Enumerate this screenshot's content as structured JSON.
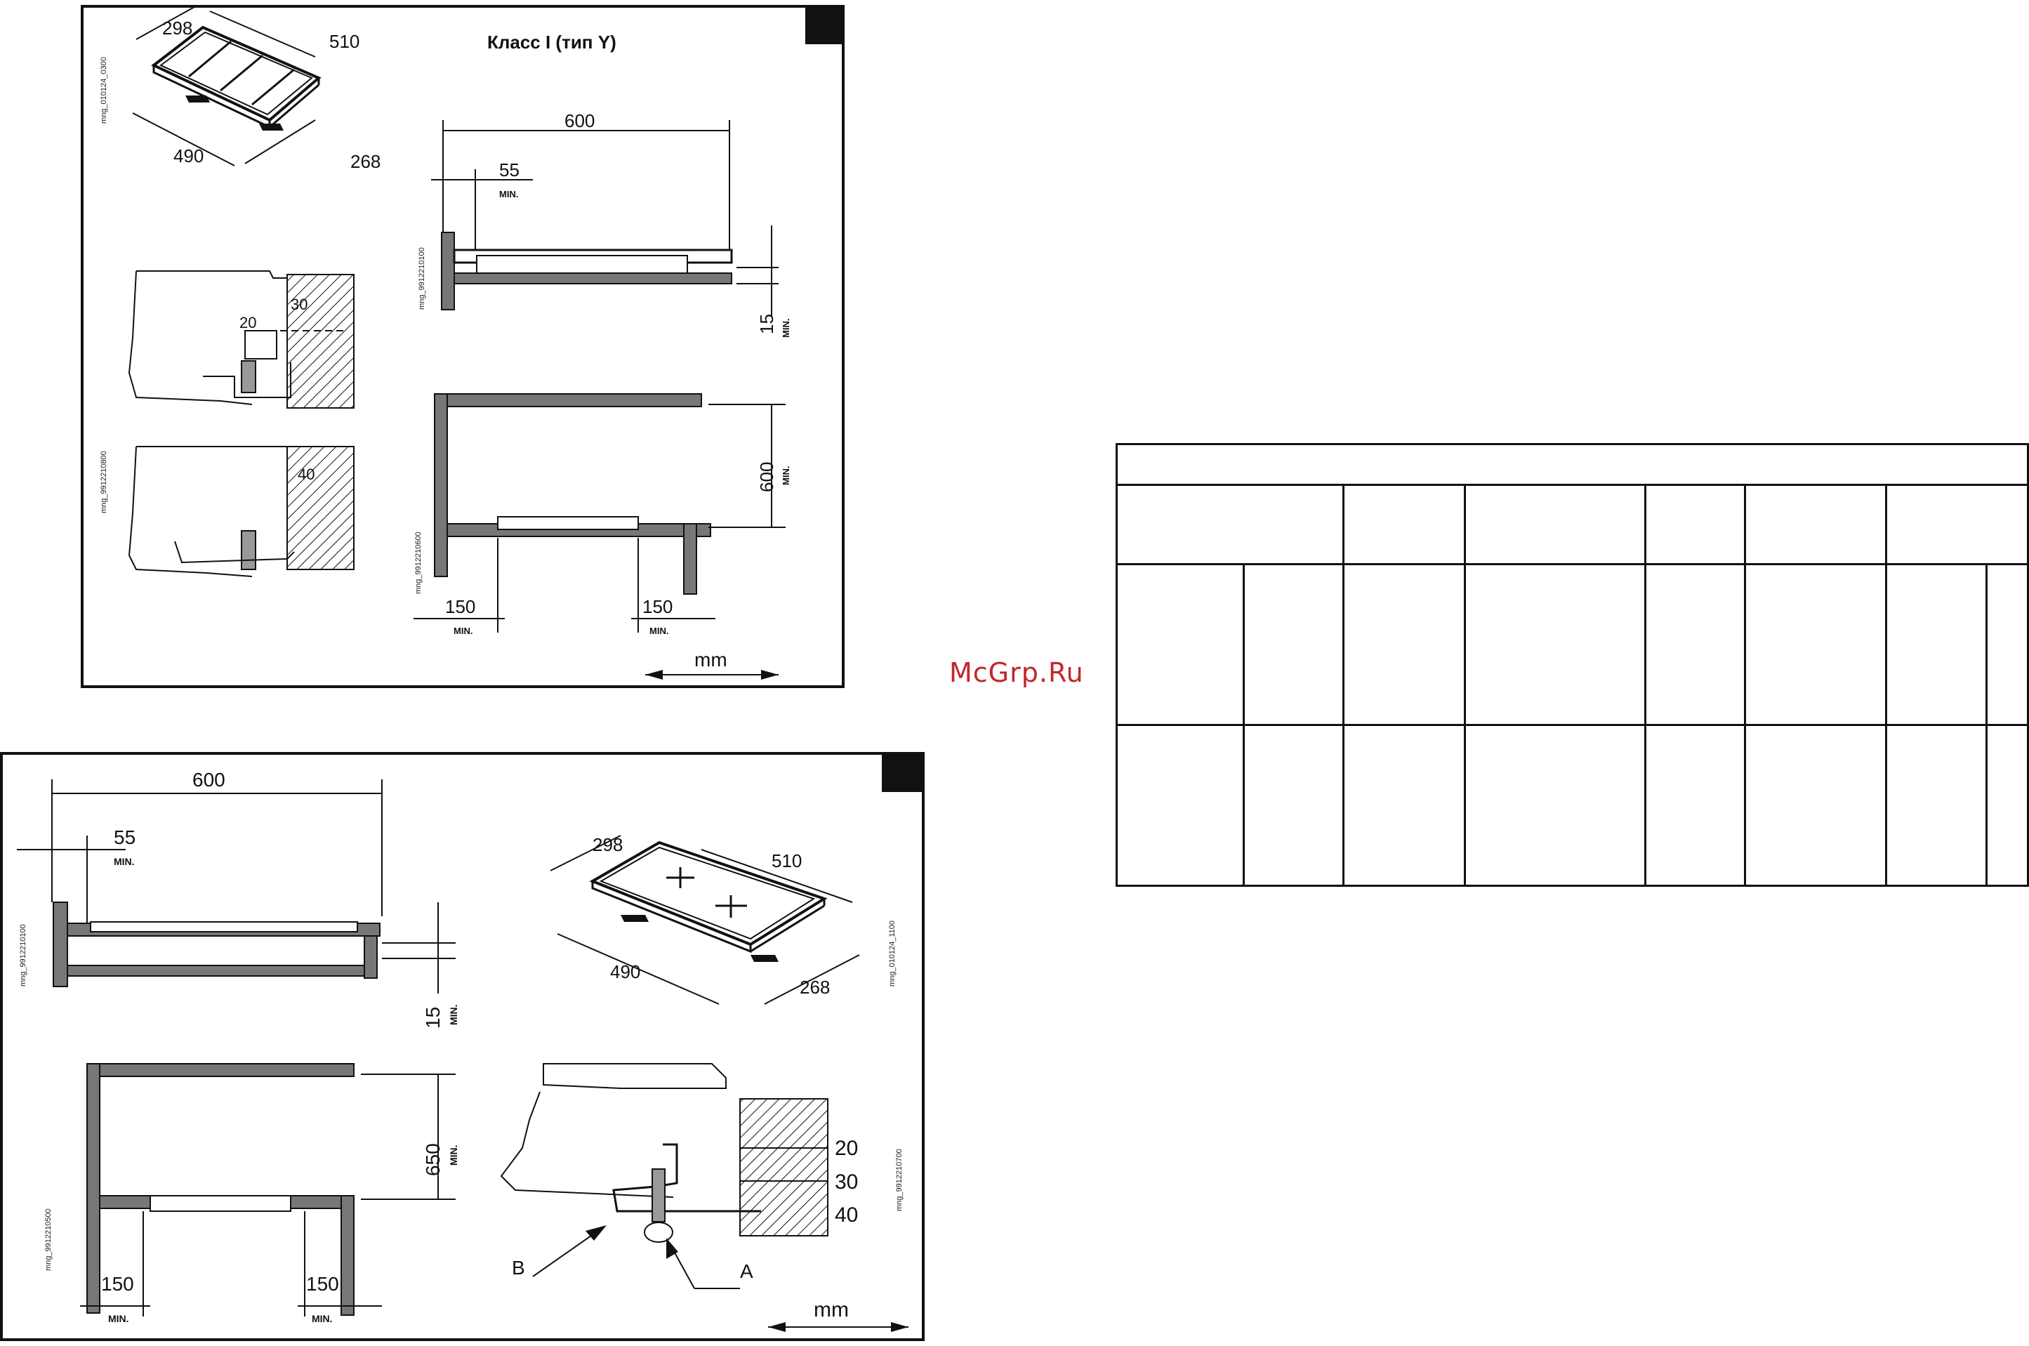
{
  "top_panel": {
    "title": "Класс I (тип Y)",
    "hob_dims": {
      "a": "298",
      "b": "510",
      "c": "490",
      "d": "268"
    },
    "cutout_width": "600",
    "wall_gap": "55",
    "wall_gap_min": "MIN.",
    "under_clearance": "15",
    "under_clearance_min": "MIN.",
    "detail_thickness_1": "20",
    "detail_thickness_2": "30",
    "detail_thickness_3": "40",
    "upper_clearance": "600",
    "upper_clearance_min": "MIN.",
    "side_clearance_left": "150",
    "side_clearance_left_min": "MIN.",
    "side_clearance_right": "150",
    "side_clearance_right_min": "MIN.",
    "unit": "mm",
    "codes": [
      "mng_010124_0300",
      "mng_9912210100",
      "mng_9912210800",
      "mng_9912210600"
    ]
  },
  "bottom_panel": {
    "cutout_width": "600",
    "wall_gap": "55",
    "wall_gap_min": "MIN.",
    "under_clearance": "15",
    "under_clearance_min": "MIN.",
    "hob_dims": {
      "a": "298",
      "b": "510",
      "c": "490",
      "d": "268"
    },
    "upper_clearance": "650",
    "upper_clearance_min": "MIN.",
    "worktop_thickness": [
      "20",
      "30",
      "40"
    ],
    "callout_a": "A",
    "callout_b": "B",
    "side_clearance_left": "150",
    "side_clearance_left_min": "MIN.",
    "side_clearance_right": "150",
    "side_clearance_right_min": "MIN.",
    "unit": "mm",
    "codes": [
      "mng_9912210100",
      "mng_010124_1100",
      "mng_9912210500",
      "mng_9912210700"
    ]
  },
  "watermark": "McGrp.Ru",
  "table": {
    "rows": 4,
    "note": ""
  },
  "colors": {
    "line": "#111111",
    "watermark": "#c0282d",
    "background": "#ffffff"
  }
}
